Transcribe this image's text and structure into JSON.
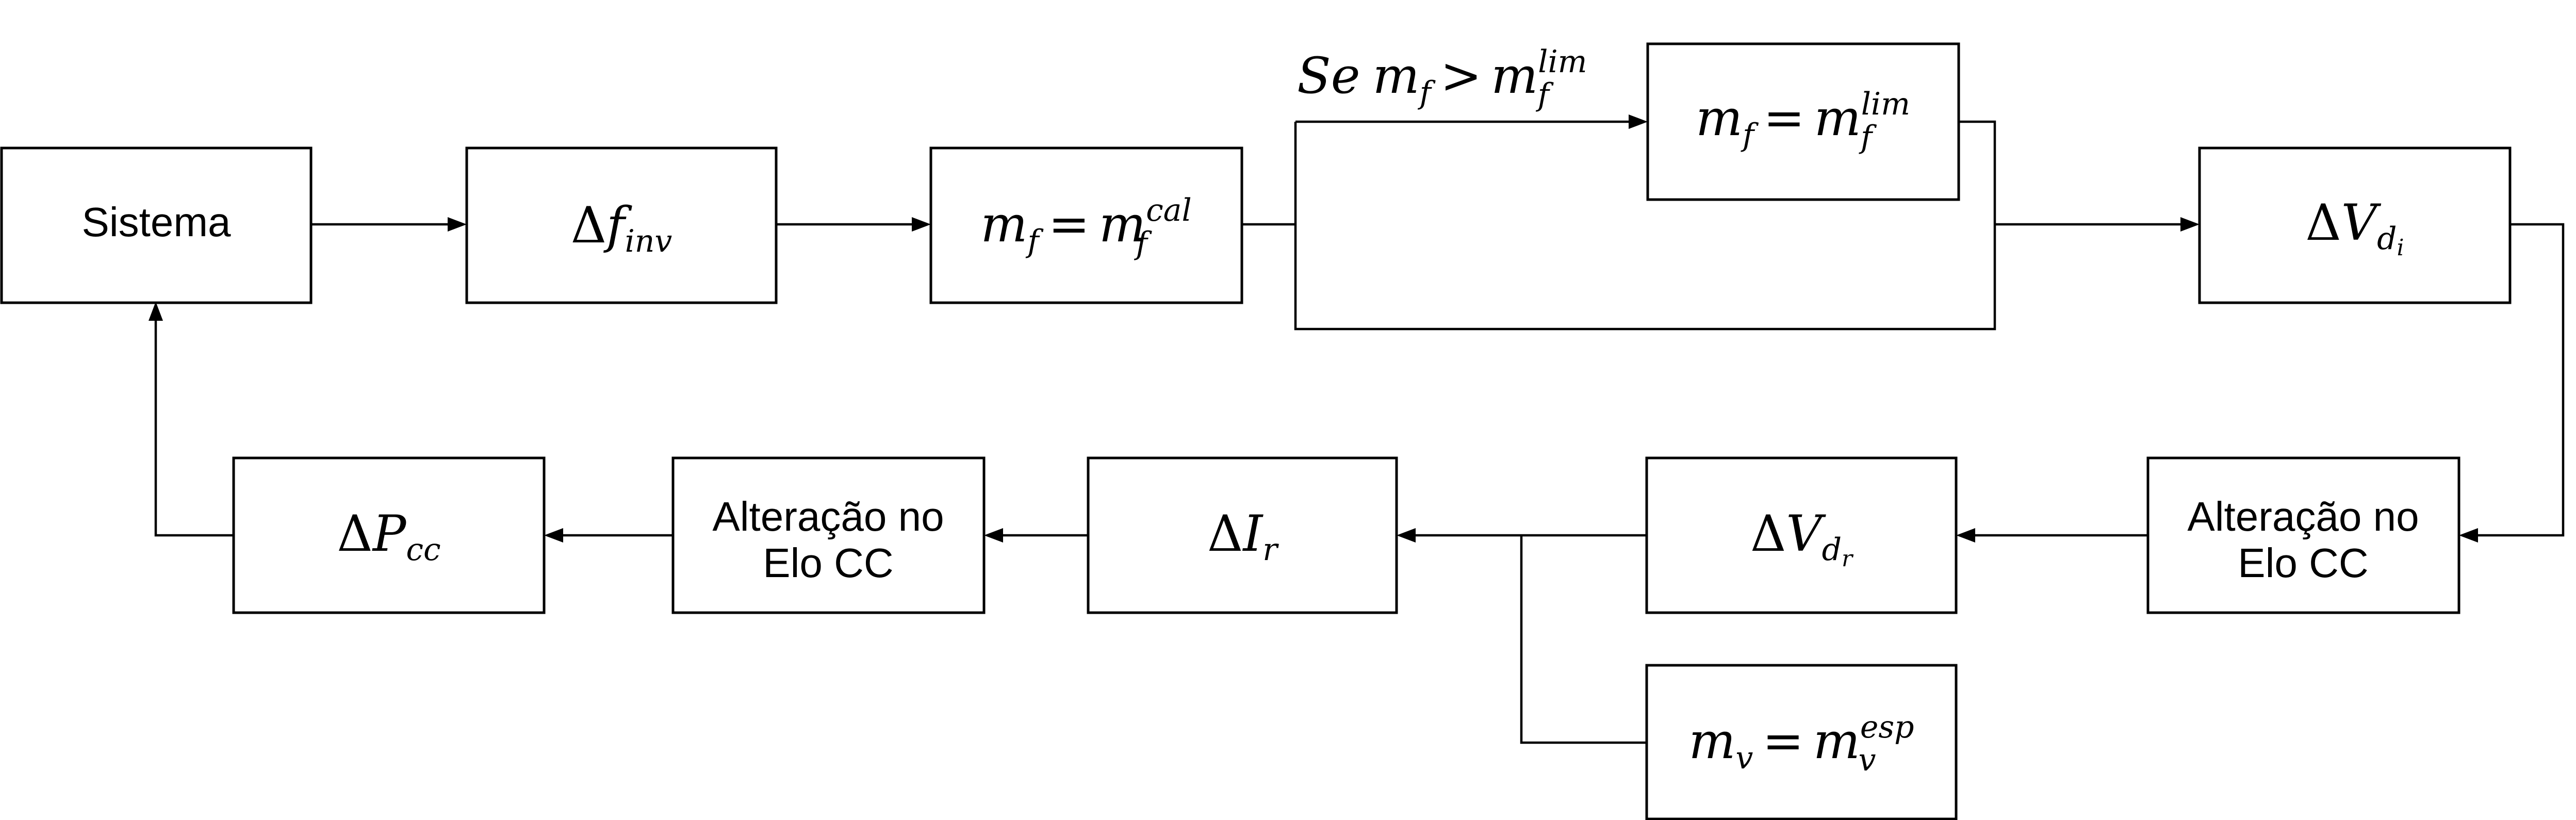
{
  "diagram": {
    "blocks": {
      "sistema": "Sistema",
      "delta_f_inv": {
        "symbol": "Δ",
        "var": "f",
        "sub": "inv"
      },
      "mf_cal": {
        "lhs": "m",
        "lhs_sub": "f",
        "eq": "=",
        "rhs": "m",
        "rhs_sub": "f",
        "rhs_sup": "cal"
      },
      "mf_lim": {
        "lhs": "m",
        "lhs_sub": "f",
        "eq": "=",
        "rhs": "m",
        "rhs_sub": "f",
        "rhs_sup": "lim"
      },
      "delta_v_di": {
        "symbol": "Δ",
        "var": "V",
        "sub": "d",
        "subsub": "i"
      },
      "alteracao_right": {
        "line1": "Alteração no",
        "line2": "Elo CC"
      },
      "delta_v_dr": {
        "symbol": "Δ",
        "var": "V",
        "sub": "d",
        "subsub": "r"
      },
      "mv_esp": {
        "lhs": "m",
        "lhs_sub": "v",
        "eq": "=",
        "rhs": "m",
        "rhs_sub": "v",
        "rhs_sup": "esp"
      },
      "delta_i_r": {
        "symbol": "Δ",
        "var": "I",
        "sub": "r"
      },
      "alteracao_left": {
        "line1": "Alteração no",
        "line2": "Elo CC"
      },
      "delta_p_cc": {
        "symbol": "Δ",
        "var": "P",
        "sub": "cc"
      }
    },
    "condition_label": {
      "prefix": "Se",
      "lhs": "m",
      "lhs_sub": "f",
      "op": ">",
      "rhs": "m",
      "rhs_sub": "f",
      "rhs_sup": "lim"
    }
  }
}
